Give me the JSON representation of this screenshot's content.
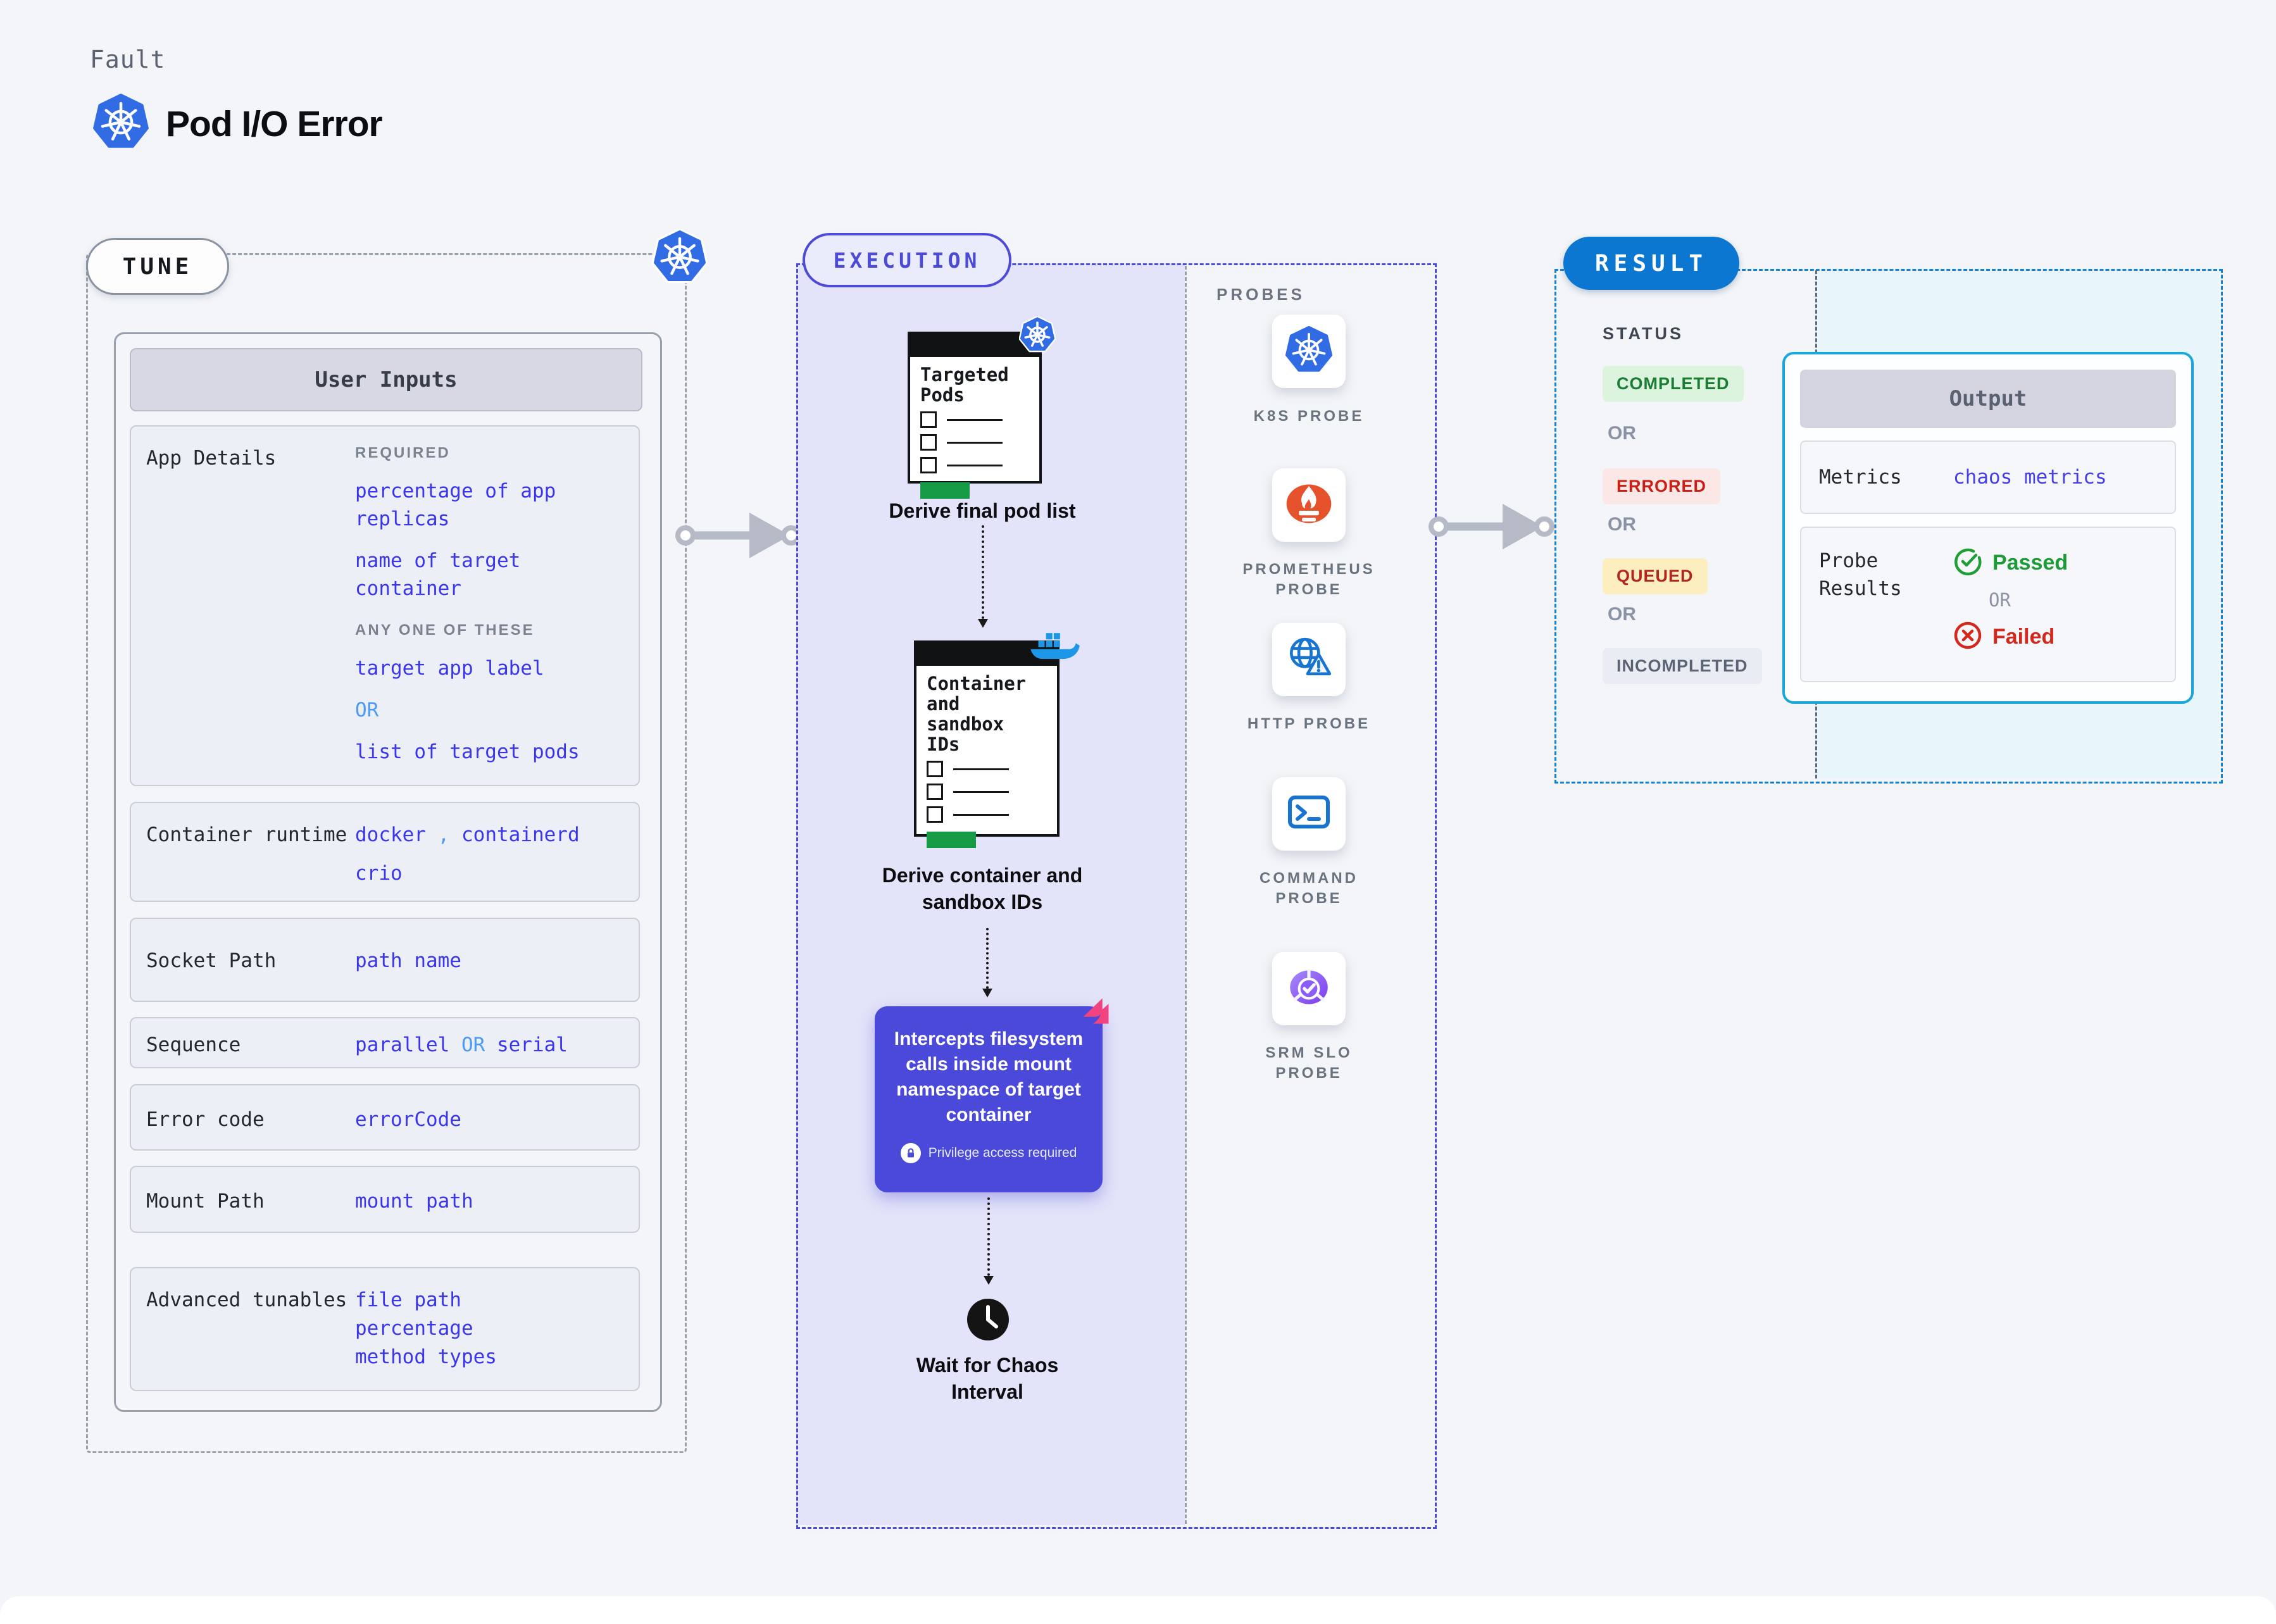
{
  "header": {
    "kicker": "Fault",
    "title": "Pod I/O Error"
  },
  "tune": {
    "pill": "TUNE",
    "table_title": "User Inputs",
    "app": {
      "label": "App Details",
      "tag_required": "REQUIRED",
      "value_percentage": "percentage of app replicas",
      "value_name": "name of target container",
      "tag_any": "ANY ONE OF THESE",
      "value_label": "target app label",
      "or": "OR",
      "value_list": "list of target pods"
    },
    "runtime": {
      "label": "Container runtime",
      "value_docker": "docker",
      "comma": ",",
      "value_containerd": "containerd",
      "value_crio": "crio"
    },
    "socket": {
      "label": "Socket Path",
      "value": "path name"
    },
    "sequence": {
      "label": "Sequence",
      "value_parallel": "parallel",
      "or": "OR",
      "value_serial": "serial"
    },
    "error_code": {
      "label": "Error code",
      "value": "errorCode"
    },
    "mount": {
      "label": "Mount Path",
      "value": "mount path"
    },
    "advanced": {
      "label": "Advanced tunables",
      "value_file": "file path",
      "value_percentage": "percentage",
      "value_method": "method types"
    }
  },
  "execution": {
    "pill": "EXECUTION",
    "step1": {
      "card_title": "Targeted Pods",
      "caption": "Derive final pod list"
    },
    "step2": {
      "card_title": "Container and sandbox IDs",
      "caption": "Derive container and sandbox IDs"
    },
    "step3": {
      "text": "Intercepts filesystem calls inside mount namespace of target container",
      "privilege": "Privilege access required"
    },
    "step4": {
      "caption": "Wait for Chaos Interval"
    }
  },
  "probes": {
    "title": "PROBES",
    "items": [
      {
        "label": "K8S PROBE",
        "icon": "kubernetes-icon"
      },
      {
        "label": "PROMETHEUS PROBE",
        "icon": "prometheus-icon"
      },
      {
        "label": "HTTP PROBE",
        "icon": "http-globe-warning-icon"
      },
      {
        "label": "COMMAND PROBE",
        "icon": "terminal-icon"
      },
      {
        "label": "SRM SLO PROBE",
        "icon": "slo-pie-check-icon"
      }
    ]
  },
  "result": {
    "pill": "RESULT",
    "status_title": "STATUS",
    "or": "OR",
    "statuses": [
      {
        "label": "COMPLETED",
        "text_color": "#1b7d33",
        "bg": "#dcf3de"
      },
      {
        "label": "ERRORED",
        "text_color": "#cb1f15",
        "bg": "#fbe7e6"
      },
      {
        "label": "QUEUED",
        "text_color": "#b3261e",
        "bg": "#fceebf"
      },
      {
        "label": "INCOMPLETED",
        "text_color": "#5b6374",
        "bg": "#eaecf3"
      }
    ],
    "output": {
      "title": "Output",
      "metrics_label": "Metrics",
      "metrics_value": "chaos metrics",
      "probe_results_label": "Probe Results",
      "passed": "Passed",
      "or": "OR",
      "failed": "Failed"
    }
  },
  "colors": {
    "page_bg": "#f3f5f8",
    "accent_blue_value": "#3a36ee",
    "or_light_blue": "#4d9bf6",
    "execution_purple": "#4b4bd7",
    "execution_panel_fill": "#e3e3f9",
    "result_blue": "#0b77d0",
    "result_fill": "#e8f5fb",
    "output_border": "#19a6db",
    "passed_green": "#1d9b36",
    "failed_red": "#d3281b",
    "kubernetes_blue": "#326ce5",
    "prometheus_orange": "#e6522c",
    "docker_blue": "#1d97e8",
    "srm_purple": "#7c3aed",
    "chaos_pink": "#f0437f",
    "green_button": "#169a46"
  }
}
